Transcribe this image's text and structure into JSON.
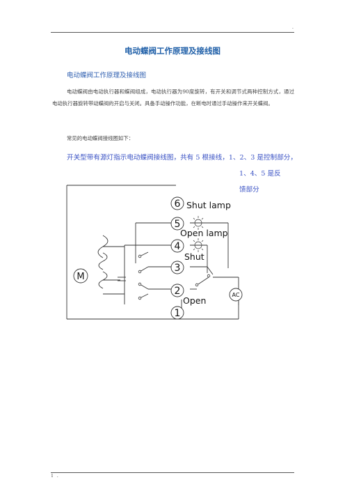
{
  "header": {
    "corner_mark": "."
  },
  "title": "电动蝶阀工作原理及接线图",
  "subheading": "电动蝶阀工作原理及接线图",
  "paragraph": "电动蝶阀由电动执行器和蝶阀组成，电动执行器为90度旋转，有开关和调节式两种控制方式，通过电动执行器旋转带动蝶阀的开启与关闭。具备手动操作功能，在断电时通过手动操作来开关蝶阀。",
  "note": "常见的电动蝶阀接线图如下：",
  "caption": {
    "line1": "开关型带有源灯指示电动蝶阀接线图，共有 5 根接线，1、2、3 是控制部分，",
    "line2": "1、4、5 是反",
    "line3": "馈部分"
  },
  "diagram": {
    "terminals": [
      "6",
      "5",
      "4",
      "3",
      "2",
      "1"
    ],
    "labels": {
      "shut_lamp": "Shut lamp",
      "open_lamp": "Open lamp",
      "shut": "Shut",
      "open": "Open",
      "motor": "M",
      "ac": "AC"
    }
  },
  "footer": {
    "marks": "l ."
  }
}
